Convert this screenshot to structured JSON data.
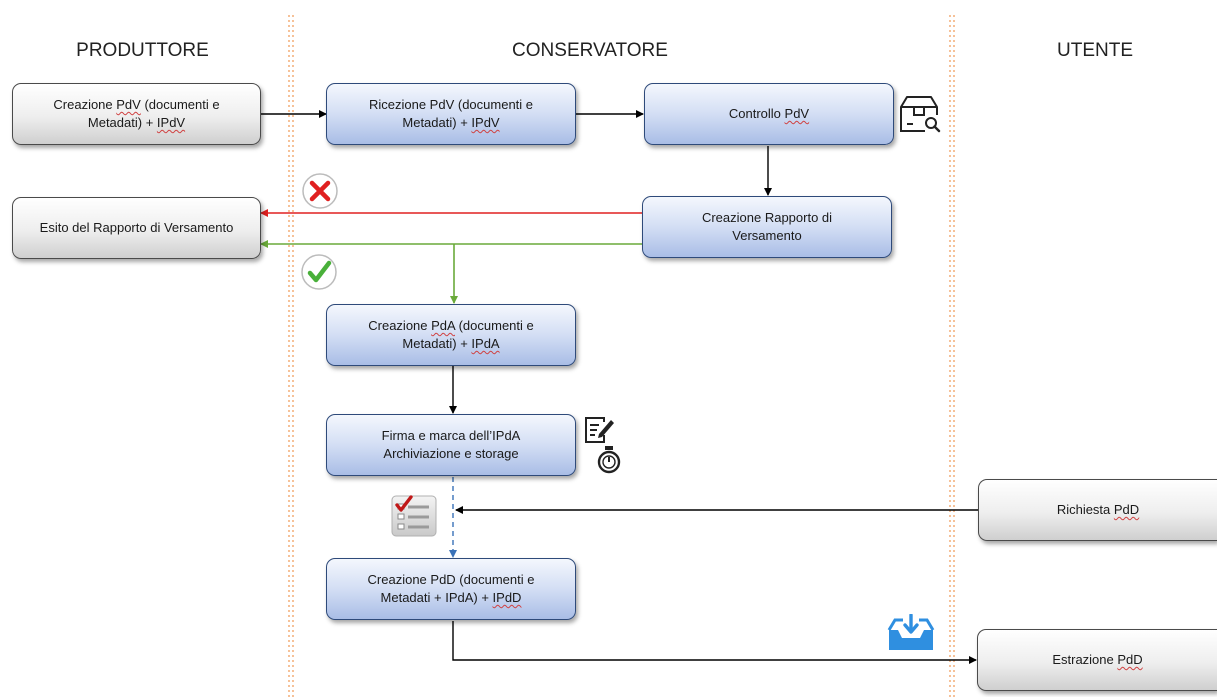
{
  "lanes": {
    "produttore": "PRODUTTORE",
    "conservatore": "CONSERVATORE",
    "utente": "UTENTE"
  },
  "nodes": {
    "creazione_pdv": [
      "Creazione ",
      "PdV",
      " (documenti e",
      "Metadati) + ",
      "IPdV"
    ],
    "ricezione_pdv": [
      "Ricezione PdV (documenti e",
      "Metadati) + ",
      "IPdV"
    ],
    "controllo_pdv": [
      "Controllo ",
      "PdV"
    ],
    "esito_rapporto": "Esito del Rapporto di Versamento",
    "creazione_rapporto": [
      "Creazione Rapporto di",
      "Versamento"
    ],
    "creazione_pda": [
      "Creazione ",
      "PdA",
      " (documenti e",
      "Metadati) + ",
      "IPdA"
    ],
    "firma_marca": [
      "Firma e marca dell’IPdA",
      "Archiviazione e storage"
    ],
    "richiesta_pdd": [
      "Richiesta ",
      "PdD"
    ],
    "creazione_pdd": [
      "Creazione PdD (documenti e",
      "Metadati + IPdA) + ",
      "IPdD"
    ],
    "estrazione_pdd": [
      "Estrazione ",
      "PdD"
    ]
  },
  "icons": {
    "reject": "red-x-circle",
    "accept": "green-check-circle",
    "inspect": "package-search",
    "sign": "document-pen",
    "timestamp": "stopwatch",
    "checklist": "checklist",
    "download": "inbox-download"
  },
  "colors": {
    "reject_arrow": "#e02020",
    "accept_arrow": "#6aaa3a",
    "dashed_arrow": "#3a72b8",
    "lane_divider": "#f0a060",
    "download_icon": "#2f8fe0"
  }
}
